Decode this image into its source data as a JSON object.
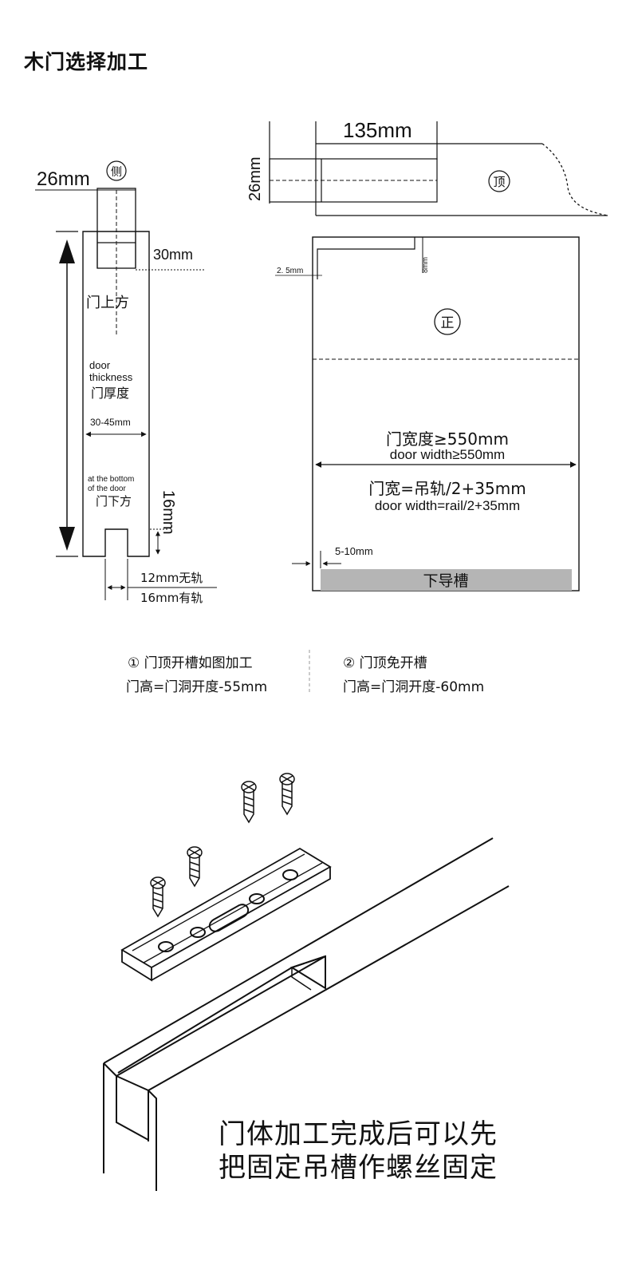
{
  "title": "木门选择加工",
  "side_view": {
    "marker": "侧",
    "width_label": "26mm",
    "depth_label": "30mm",
    "top_label": "门上方",
    "thickness_en": "door\nthickness",
    "thickness_en_line1": "door",
    "thickness_en_line2": "thickness",
    "thickness_cn": "门厚度",
    "thickness_range": "30-45mm",
    "bottom_en_line1": "at the bottom",
    "bottom_en_line2": "of the door",
    "bottom_cn": "门下方",
    "groove_depth": "16mm",
    "groove_width_1": "12mm无轨",
    "groove_width_2": "16mm有轨"
  },
  "top_view": {
    "marker": "顶",
    "length_label": "135mm",
    "width_label": "26mm"
  },
  "front_view": {
    "marker": "正",
    "offset_label": "2. 5mm",
    "depth_label": "8mm",
    "width_cn": "门宽度≥550mm",
    "width_en": "door width≥550mm",
    "formula_cn": "门宽=吊轨/2+35mm",
    "formula_en": "door width=rail/2+35mm",
    "gap_label": "5-10mm",
    "bottom_groove": "下导槽"
  },
  "options": [
    {
      "line1": "① 门顶开槽如图加工",
      "line2": "门高=门洞开度-55mm"
    },
    {
      "line1": "② 门顶免开槽",
      "line2": "门高=门洞开度-60mm"
    }
  ],
  "caption": {
    "line1": "门体加工完成后可以先",
    "line2": "把固定吊槽作螺丝固定"
  }
}
